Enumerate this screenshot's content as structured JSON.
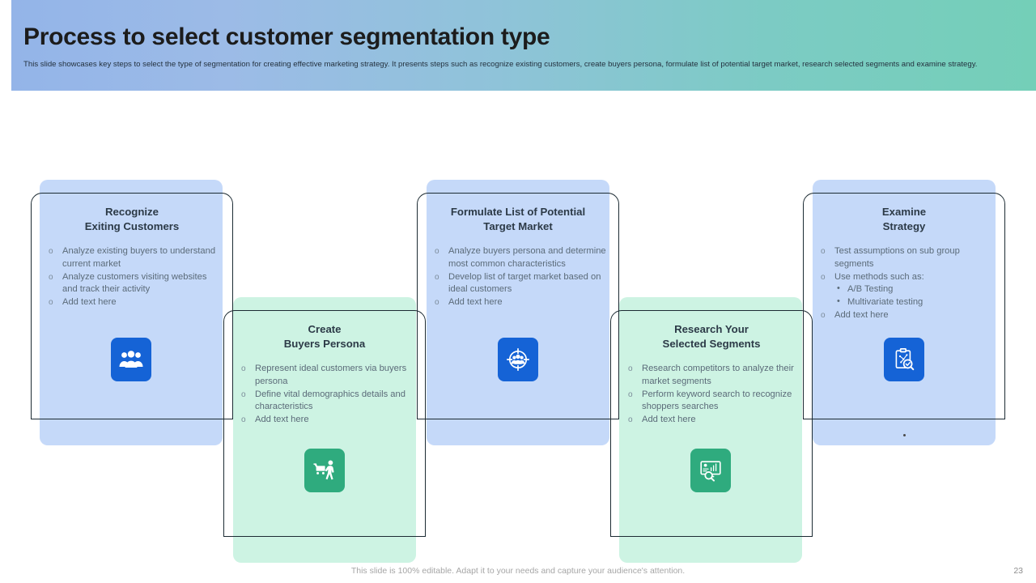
{
  "header": {
    "title": "Process to select customer segmentation type",
    "subtitle": "This slide showcases key steps to select the type of segmentation for creating effective marketing strategy. It presents steps such as recognize existing customers, create buyers persona, formulate list of potential target market, research selected segments and examine strategy.",
    "gradient_start": "#93b4e8",
    "gradient_end": "#74cfb8"
  },
  "colors": {
    "panel_blue": "#c5d9f9",
    "panel_green": "#cdf3e3",
    "icon_blue": "#1563d6",
    "icon_green": "#2fab7e",
    "outline": "#1c2b33",
    "title_text": "#2c3a47",
    "body_text": "#5b6b79"
  },
  "steps": [
    {
      "id": "recognize-exiting-customers",
      "title_line1": "Recognize",
      "title_line2": "Exiting Customers",
      "theme": "blue",
      "icon": "people-group-icon",
      "bullets": [
        {
          "text": "Analyze existing buyers to understand current market",
          "level": 1
        },
        {
          "text": "Analyze customers visiting websites and track their activity",
          "level": 1
        },
        {
          "text": "Add text here",
          "level": 1
        }
      ]
    },
    {
      "id": "create-buyers-persona",
      "title_line1": "Create",
      "title_line2": "Buyers Persona",
      "theme": "green",
      "icon": "shopper-with-cart-icon",
      "bullets": [
        {
          "text": "Represent ideal customers via buyers persona",
          "level": 1
        },
        {
          "text": "Define vital demographics details and characteristics",
          "level": 1
        },
        {
          "text": "Add text here",
          "level": 1
        }
      ]
    },
    {
      "id": "formulate-list-of-potential-target-market",
      "title_line1": "Formulate List of Potential",
      "title_line2": "Target Market",
      "theme": "blue",
      "icon": "target-audience-icon",
      "bullets": [
        {
          "text": "Analyze buyers persona and determine most common characteristics",
          "level": 1
        },
        {
          "text": "Develop list of target market based on ideal customers",
          "level": 1
        },
        {
          "text": "Add text here",
          "level": 1
        }
      ]
    },
    {
      "id": "research-your-selected-segments",
      "title_line1": "Research Your",
      "title_line2": "Selected Segments",
      "theme": "green",
      "icon": "screen-analytics-search-icon",
      "bullets": [
        {
          "text": "Research competitors to analyze their market segments",
          "level": 1
        },
        {
          "text": "Perform keyword search to recognize shoppers searches",
          "level": 1
        },
        {
          "text": "Add text here",
          "level": 1
        }
      ]
    },
    {
      "id": "examine-strategy",
      "title_line1": "Examine",
      "title_line2": "Strategy",
      "theme": "blue",
      "icon": "clipboard-magnifier-check-icon",
      "bullets": [
        {
          "text": "Test assumptions on sub group segments",
          "level": 1
        },
        {
          "text": "Use methods such as:",
          "level": 1
        },
        {
          "text": "A/B Testing",
          "level": 2
        },
        {
          "text": "Multivariate testing",
          "level": 2
        },
        {
          "text": "Add text here",
          "level": 1
        }
      ]
    }
  ],
  "footer": {
    "note": "This slide is 100% editable. Adapt it to your needs and capture your audience's attention.",
    "page_number": "23"
  }
}
